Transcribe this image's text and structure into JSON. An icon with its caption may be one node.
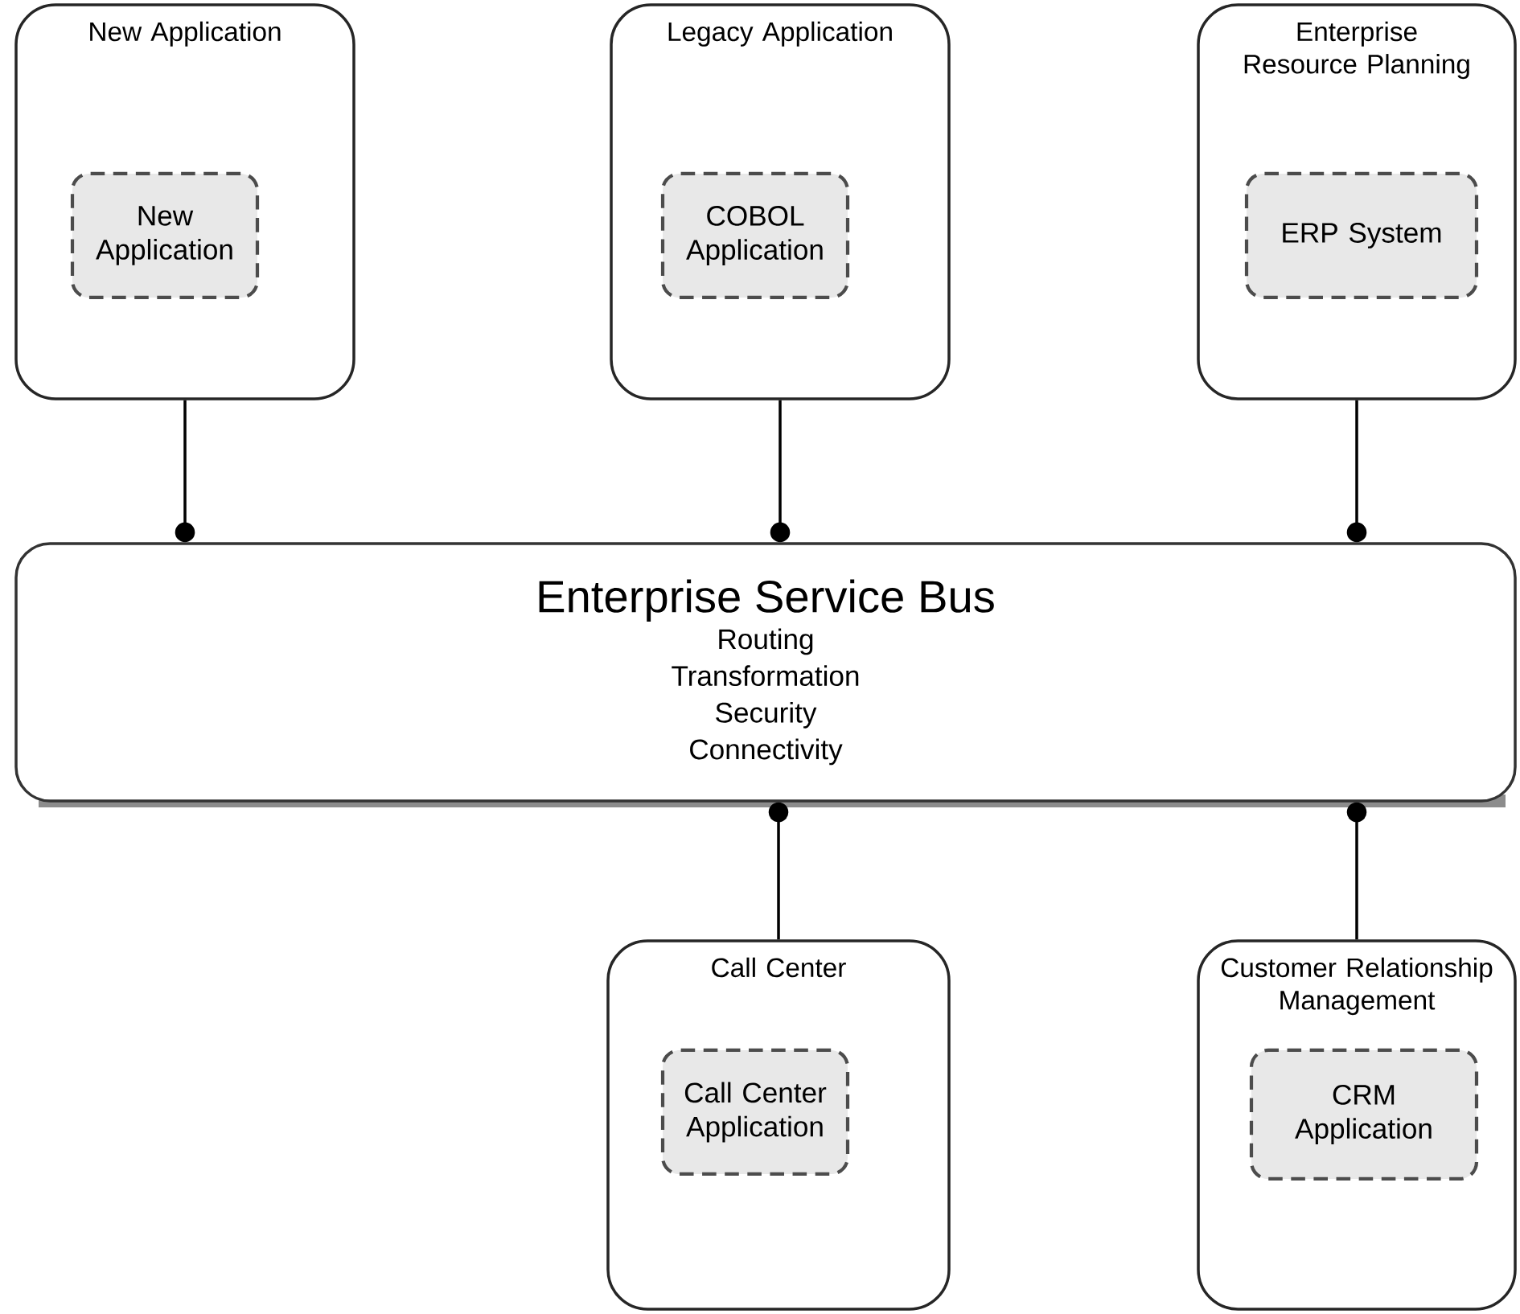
{
  "diagram": {
    "nodes": [
      {
        "text": [
          "New Application"
        ]
      },
      {
        "text": [
          "New Application"
        ],
        "in": 0
      },
      {
        "text": [
          "Legacy Application"
        ]
      },
      {
        "text": [
          "COBOL Application"
        ],
        "in": 2
      },
      {
        "text": [
          "Enterprise Resource Planning"
        ]
      },
      {
        "text": [
          "ERP System"
        ],
        "in": 4
      },
      {
        "text": [
          "Enterprise Service Bus",
          "Routing",
          "Transformation",
          "Security",
          "Connectivity"
        ]
      },
      {
        "text": [
          "Call Center"
        ]
      },
      {
        "text": [
          "Call Center Application"
        ],
        "in": 7
      },
      {
        "text": [
          "Customer Relationship Management"
        ]
      },
      {
        "text": [
          "CRM Application"
        ],
        "in": 9
      }
    ],
    "edges": [
      {
        "from": 0,
        "to": 6,
        "arrow": "other"
      },
      {
        "from": 2,
        "to": 6,
        "arrow": "other"
      },
      {
        "from": 4,
        "to": 6,
        "arrow": "other"
      },
      {
        "from": 7,
        "to": 6,
        "arrow": "other"
      },
      {
        "from": 9,
        "to": 6,
        "arrow": "other"
      }
    ]
  }
}
